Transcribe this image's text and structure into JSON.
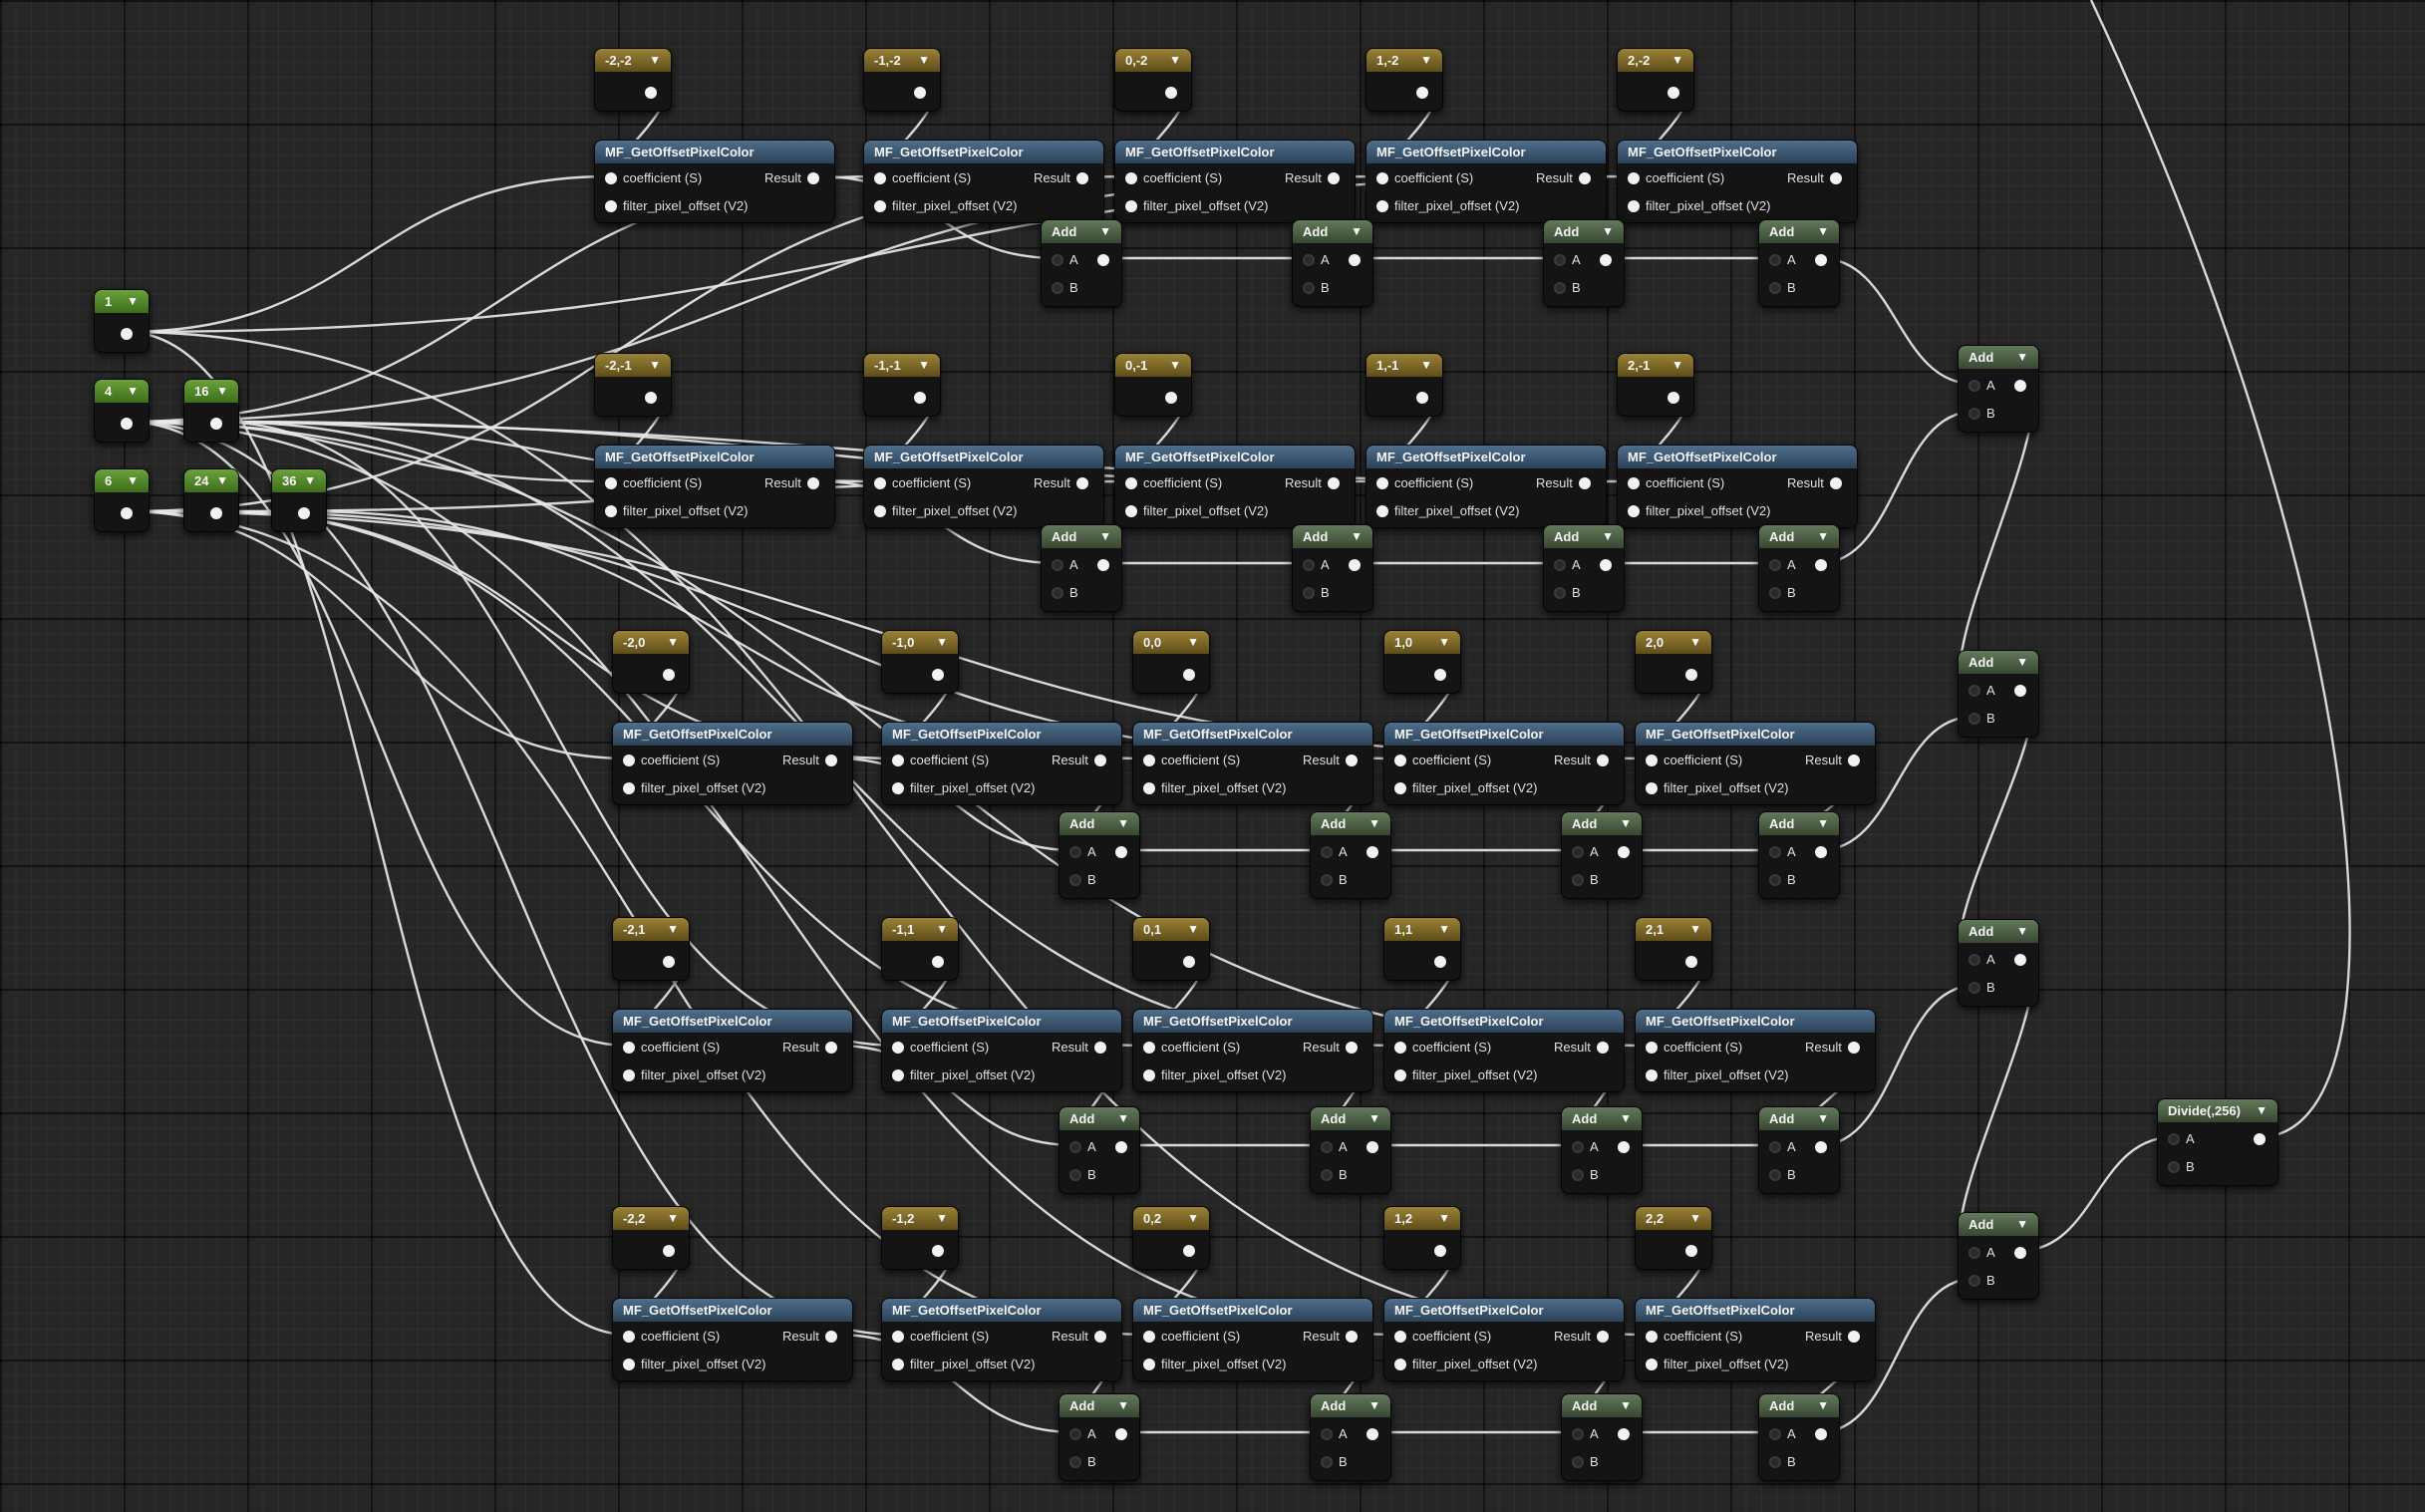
{
  "function_label": "MF_GetOffsetPixelColor",
  "pins": {
    "coefficient": "coefficient (S)",
    "offset": "filter_pixel_offset (V2)",
    "result": "Result",
    "a": "A",
    "b": "B"
  },
  "add_label": "Add",
  "divide_label": "Divide(,256)",
  "scalars": [
    "1",
    "4",
    "16",
    "6",
    "24",
    "36"
  ],
  "rows": [
    {
      "offsets": [
        "-2,-2",
        "-1,-2",
        "0,-2",
        "1,-2",
        "2,-2"
      ]
    },
    {
      "offsets": [
        "-2,-1",
        "-1,-1",
        "0,-1",
        "1,-1",
        "2,-1"
      ]
    },
    {
      "offsets": [
        "-2,0",
        "-1,0",
        "0,0",
        "1,0",
        "2,0"
      ]
    },
    {
      "offsets": [
        "-2,1",
        "-1,1",
        "0,1",
        "1,1",
        "2,1"
      ]
    },
    {
      "offsets": [
        "-2,2",
        "-1,2",
        "0,2",
        "1,2",
        "2,2"
      ]
    }
  ],
  "colors": {
    "background": "#262626",
    "function_header": "#3d5873",
    "math_header": "#4c5e45",
    "vector_constant_header": "#8a7128",
    "scalar_constant_header": "#5a9230",
    "wire": "#e8e8e8"
  },
  "icons": {
    "dropdown": "chevron-down-icon",
    "pin": "pin-icon"
  }
}
